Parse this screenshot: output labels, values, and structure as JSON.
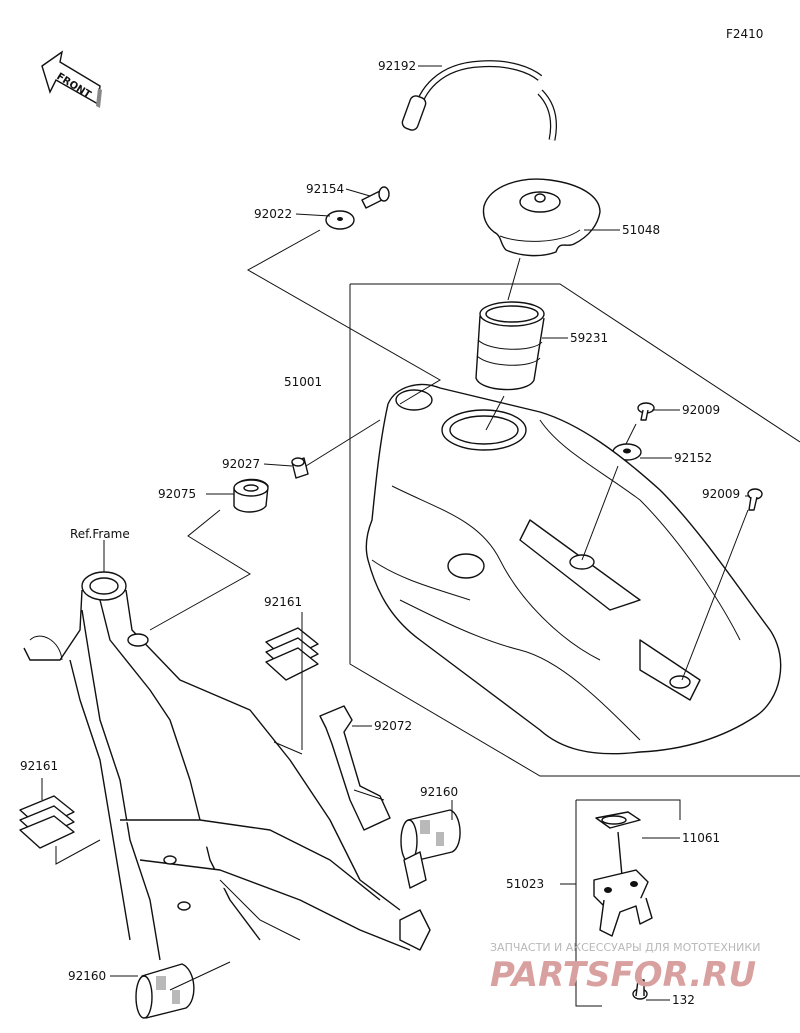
{
  "figure_code": "F2410",
  "front_indicator": "FRONT",
  "ref_frame_label": "Ref.Frame",
  "parts": [
    {
      "id": "92192"
    },
    {
      "id": "92154"
    },
    {
      "id": "92022"
    },
    {
      "id": "51048"
    },
    {
      "id": "59231"
    },
    {
      "id": "51001"
    },
    {
      "id": "92009"
    },
    {
      "id": "92152"
    },
    {
      "id": "92027"
    },
    {
      "id": "92009"
    },
    {
      "id": "92075"
    },
    {
      "id": "92161"
    },
    {
      "id": "92072"
    },
    {
      "id": "92161"
    },
    {
      "id": "92160"
    },
    {
      "id": "11061"
    },
    {
      "id": "51023"
    },
    {
      "id": "92160"
    },
    {
      "id": "132"
    }
  ],
  "watermark": {
    "line1": "ЗАПЧАСТИ И АКСЕССУАРЫ ДЛЯ МОТОТЕХНИКИ",
    "line2": "PARTSFOR.RU"
  }
}
